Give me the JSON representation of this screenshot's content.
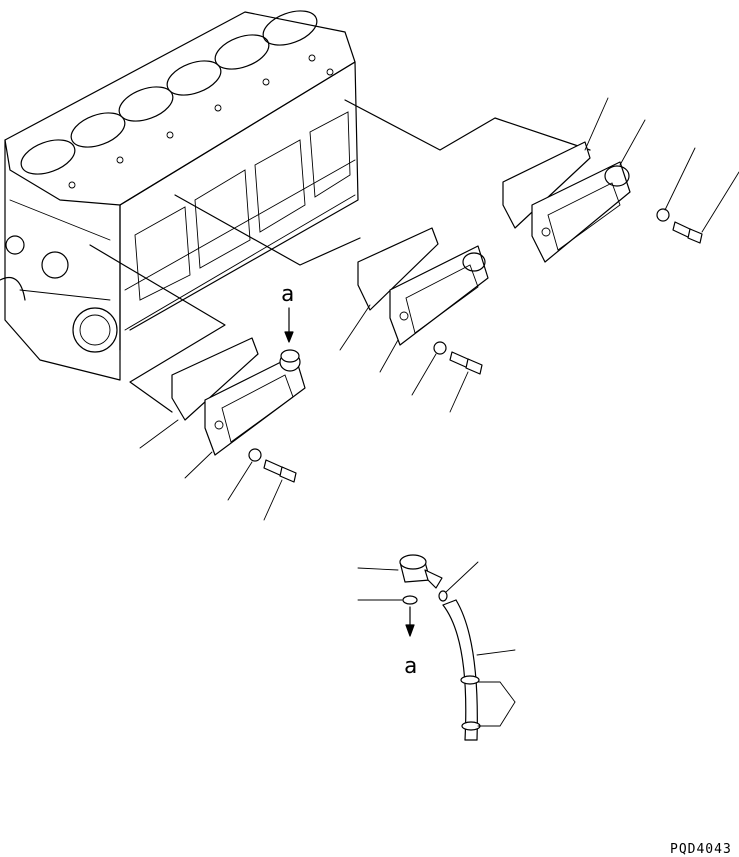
{
  "labels": {
    "view_a_top": "a",
    "view_a_bottom": "a"
  },
  "drawing_code": "PQD4043"
}
